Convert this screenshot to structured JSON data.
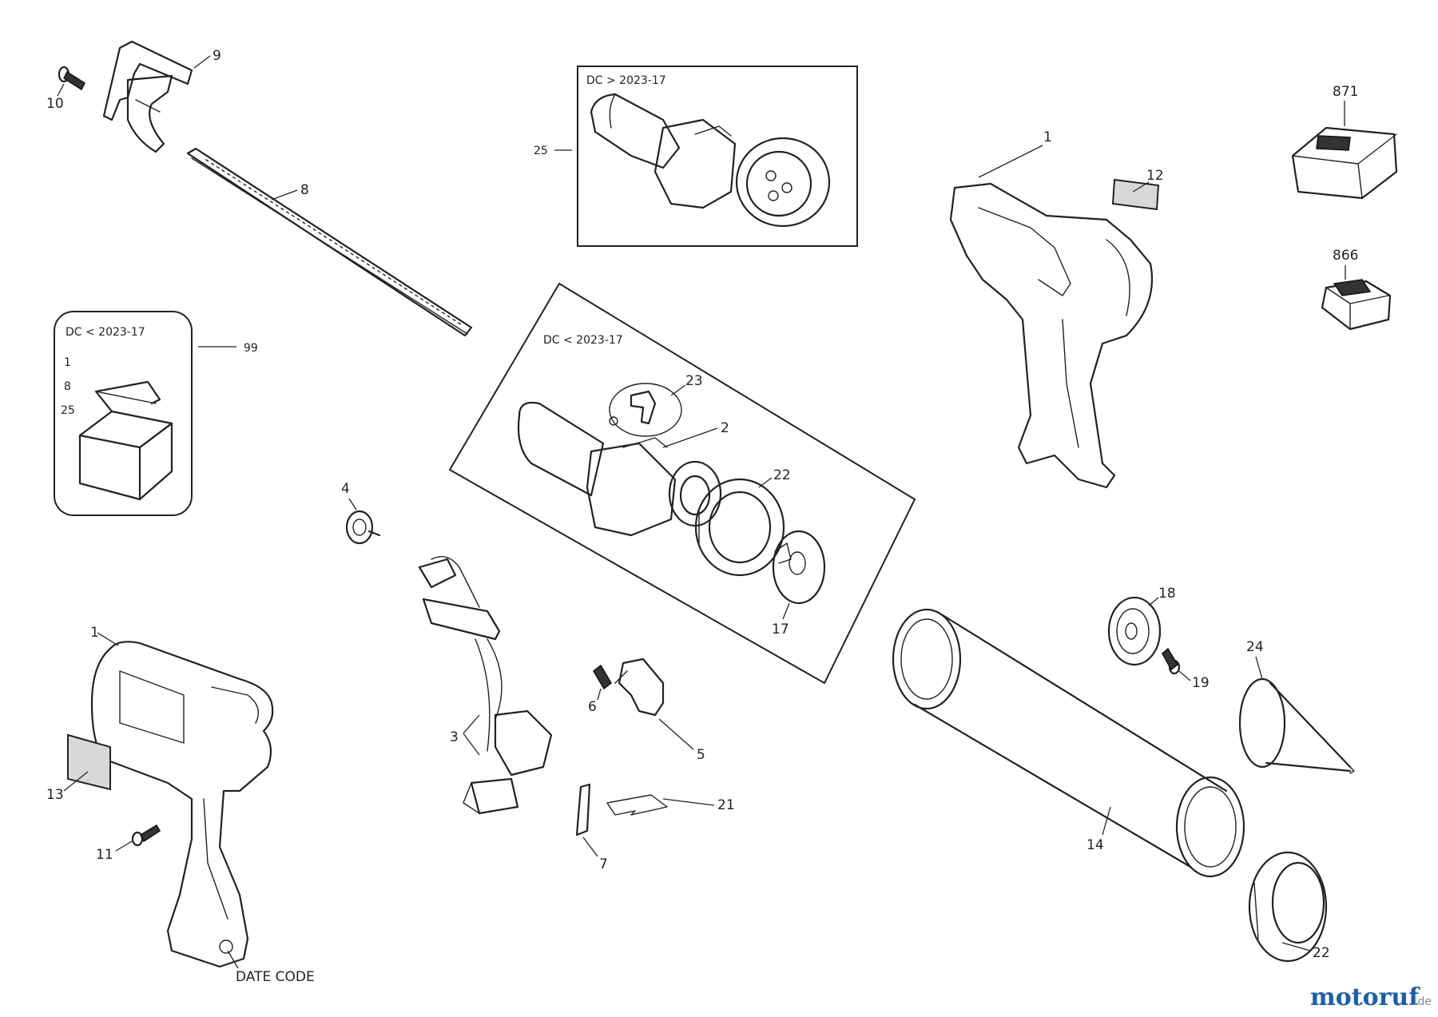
{
  "labels": {
    "l1_top": "1",
    "l1_bottom": "1",
    "l2": "2",
    "l3": "3",
    "l4": "4",
    "l5": "5",
    "l6": "6",
    "l7": "7",
    "l8": "8",
    "l9": "9",
    "l10": "10",
    "l11": "11",
    "l12": "12",
    "l13": "13",
    "l14": "14",
    "l17": "17",
    "l18": "18",
    "l19": "19",
    "l21": "21",
    "l22_mid": "22",
    "l22_bottom": "22",
    "l23": "23",
    "l24": "24",
    "l25": "25",
    "l99": "99",
    "l866": "866",
    "l871": "871"
  },
  "boxes": {
    "top_box_title": "DC > 2023-17",
    "middle_box_title": "DC < 2023-17",
    "kit_box_title": "DC < 2023-17",
    "kit_items": [
      "1",
      "8",
      "25"
    ]
  },
  "date_code": "DATE CODE",
  "watermark": {
    "main": "motoruf",
    "suffix": ".de"
  },
  "colors": {
    "line": "#222222",
    "brand": "#1b5fa8"
  }
}
